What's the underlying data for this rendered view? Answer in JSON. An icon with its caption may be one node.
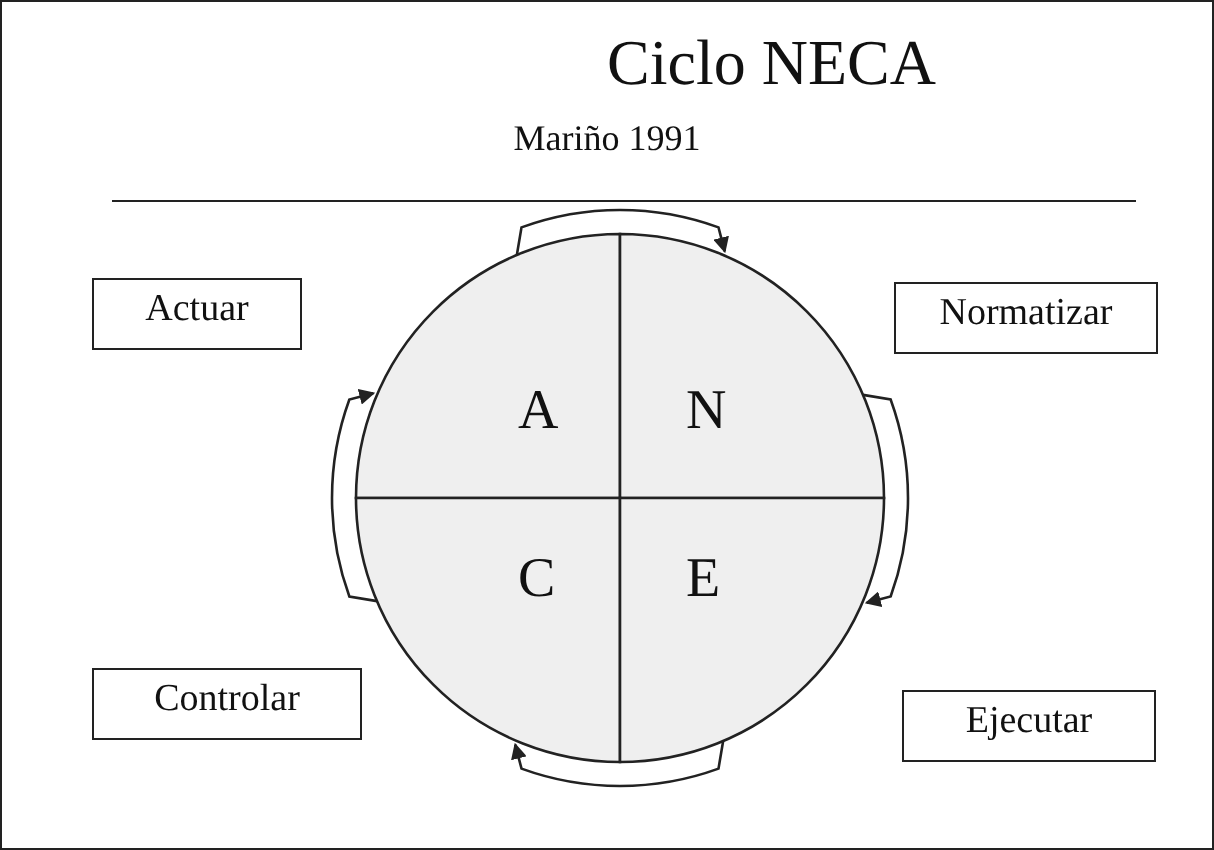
{
  "diagram": {
    "title": "Ciclo NECA",
    "nodes": [
      {
        "text": [
          "Actuar"
        ]
      },
      {
        "text": [
          "Normatizar"
        ]
      },
      {
        "text": [],
        "shape": "circle"
      },
      {
        "text": [
          "A"
        ],
        "in": 2
      },
      {
        "text": [
          "N"
        ],
        "in": 2
      },
      {
        "text": [
          "C"
        ],
        "in": 2
      },
      {
        "text": [
          "E"
        ],
        "in": 2
      },
      {
        "text": [
          "Controlar"
        ]
      },
      {
        "text": [
          "Ejecutar"
        ]
      }
    ],
    "edges": [
      {
        "from": 3,
        "to": 4,
        "arrow": "to"
      },
      {
        "from": 4,
        "to": 6,
        "arrow": "to"
      },
      {
        "from": 6,
        "to": 5,
        "arrow": "to"
      },
      {
        "from": 5,
        "to": 3,
        "arrow": "to"
      }
    ],
    "labels": [
      "Mariño 1991"
    ]
  }
}
